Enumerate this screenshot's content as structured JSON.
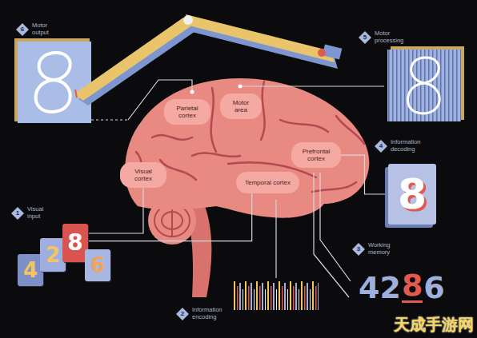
{
  "diagram": {
    "nodes": [
      {
        "text": [
          "Visual cortex"
        ]
      },
      {
        "text": [
          "Parietal cortex"
        ]
      },
      {
        "text": [
          "Motor area"
        ]
      },
      {
        "text": [
          "Prefrontal cortex"
        ]
      },
      {
        "text": [
          "Temporal cortex"
        ]
      },
      {
        "text": [
          "1",
          "Visual input"
        ]
      },
      {
        "text": [
          "2",
          "Information encoding"
        ]
      },
      {
        "text": [
          "3",
          "Working memory"
        ]
      },
      {
        "text": [
          "4",
          "Information decoding"
        ]
      },
      {
        "text": [
          "5",
          "Motor processing"
        ]
      },
      {
        "text": [
          "6",
          "Motor output"
        ]
      },
      {
        "text": [
          "4"
        ]
      },
      {
        "text": [
          "2"
        ]
      },
      {
        "text": [
          "8"
        ]
      },
      {
        "text": [
          "6"
        ]
      },
      {
        "text": [
          "8"
        ]
      }
    ],
    "edges": [
      {
        "from": 13,
        "to": 0,
        "arrow": "none"
      },
      {
        "from": 13,
        "to": 4,
        "arrow": "none"
      },
      {
        "from": 3,
        "to": 15,
        "arrow": "none"
      }
    ],
    "labels": [
      "4",
      "2",
      "8",
      "6",
      "天成手游网"
    ]
  }
}
